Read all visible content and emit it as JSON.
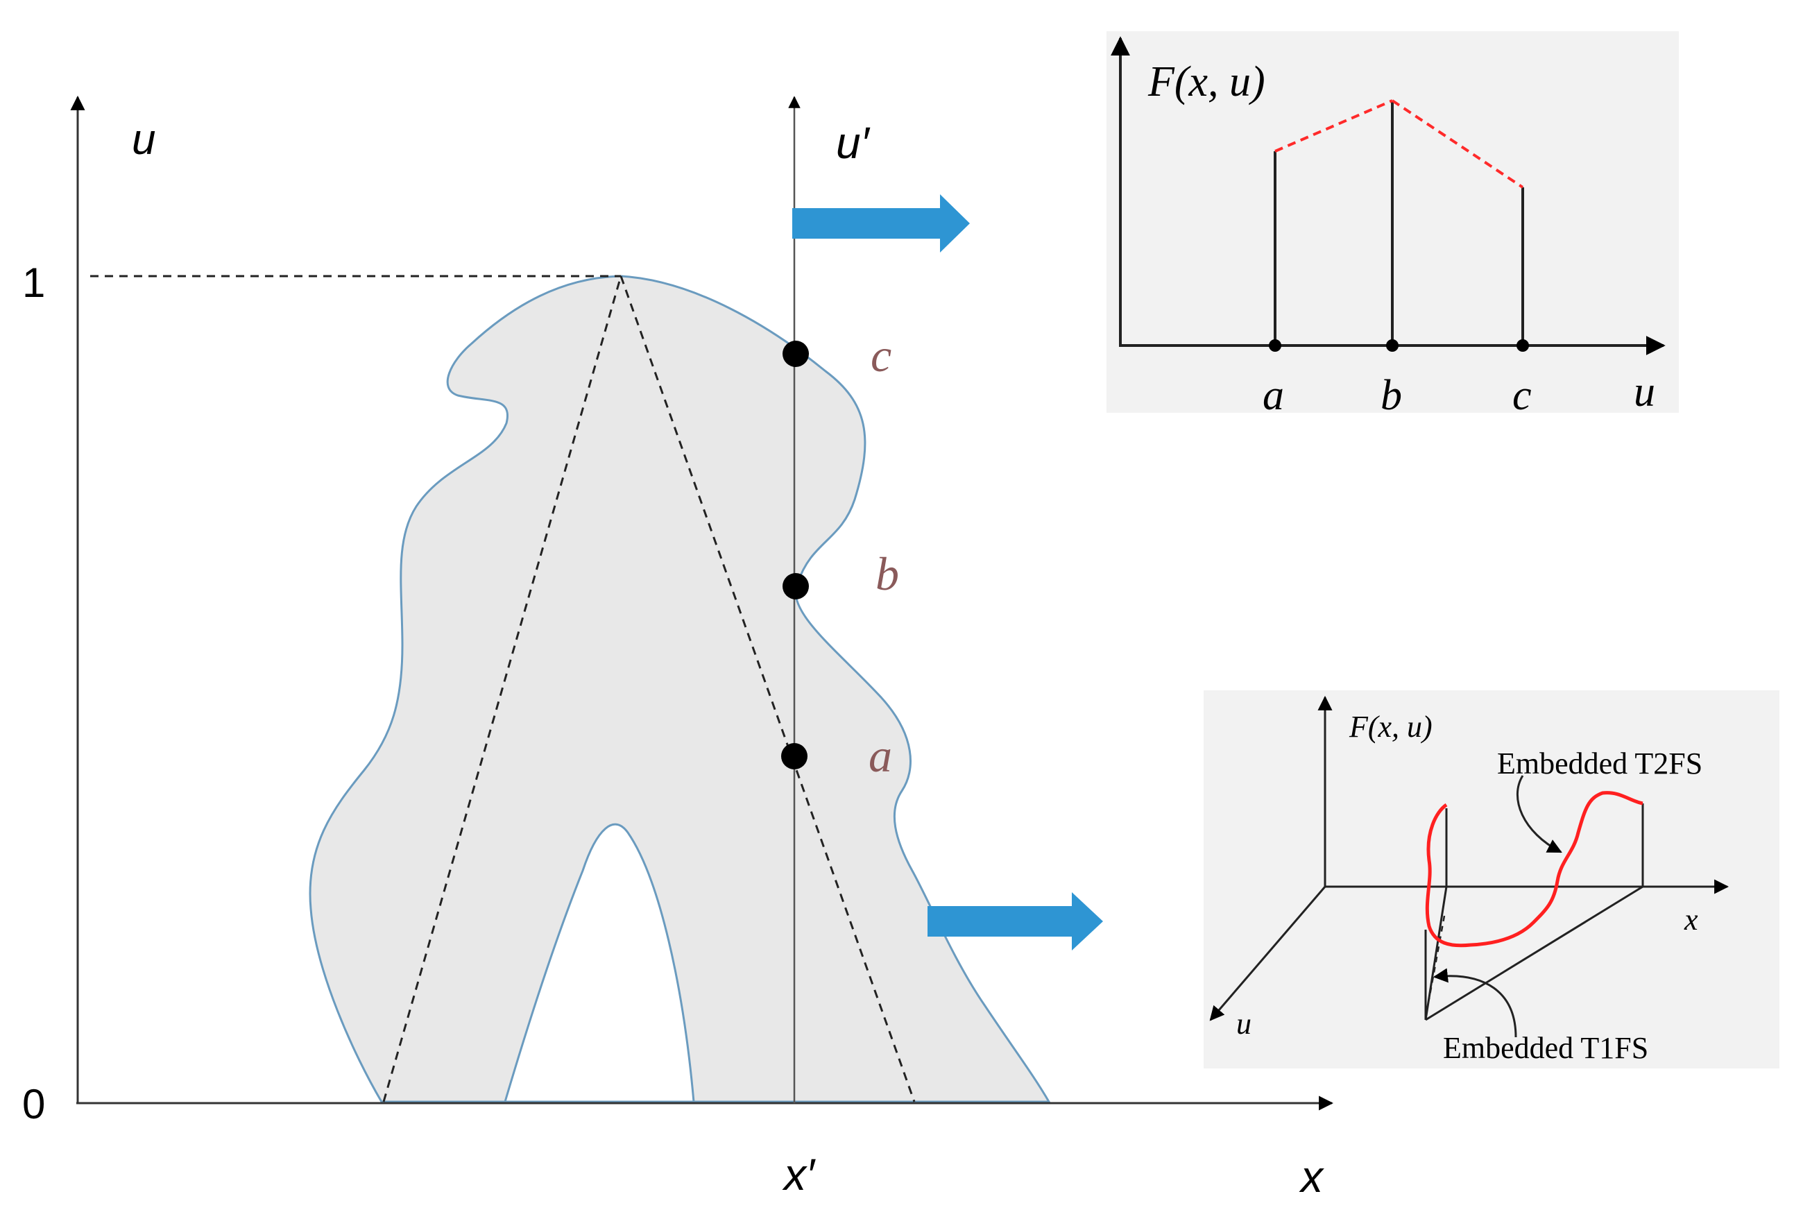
{
  "main_plot": {
    "y_axis_label": "u",
    "x_axis_label": "x",
    "primary_axis_label": "u′",
    "x_marker_label": "x′",
    "y_tick_top": "1",
    "y_tick_bottom": "0",
    "point_labels": [
      "c",
      "b",
      "a"
    ],
    "colors": {
      "region_fill": "#e8e8e8",
      "region_outline": "#6a9bbf",
      "arrow": "#2e95d3",
      "point": "#000000",
      "point_label": "#8a5a5a"
    }
  },
  "inset_secondary_mf": {
    "y_label": "F(x, u)",
    "x_label": "u",
    "tick_labels": [
      "a",
      "b",
      "c"
    ],
    "colors": {
      "background": "#f2f2f2",
      "envelope": "#ff2a2a"
    }
  },
  "inset_3d": {
    "z_label": "F(x, u)",
    "x_label": "x",
    "u_label": "u",
    "label_t2fs": "Embedded T2FS",
    "label_t1fs": "Embedded T1FS",
    "colors": {
      "background": "#f2f2f2",
      "curve": "#ff2020"
    }
  }
}
